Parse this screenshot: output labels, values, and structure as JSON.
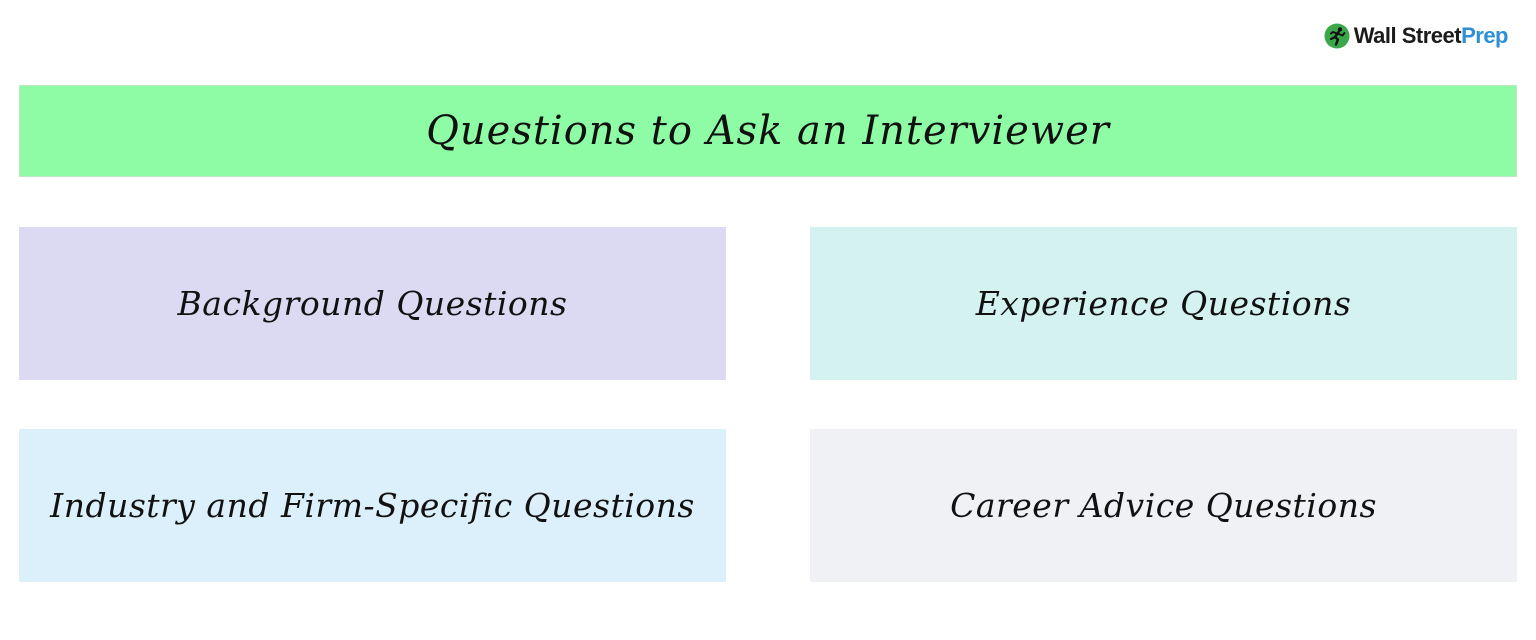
{
  "logo": {
    "word_1": "Wall Street",
    "word_2": "Prep",
    "icon": "runner-icon",
    "colors": {
      "text": "#1b1b1b",
      "accent": "#2d8fd5",
      "icon_background": "#3aa84a"
    }
  },
  "diagram": {
    "title": "Questions to Ask an Interviewer",
    "title_color": "#8efca5",
    "categories": [
      {
        "label": "Background Questions",
        "color": "#dcdaf2"
      },
      {
        "label": "Experience Questions",
        "color": "#d4f2f0"
      },
      {
        "label": "Industry and Firm-Specific Questions",
        "color": "#dcf0fb"
      },
      {
        "label": "Career Advice Questions",
        "color": "#eff1f5"
      }
    ]
  }
}
